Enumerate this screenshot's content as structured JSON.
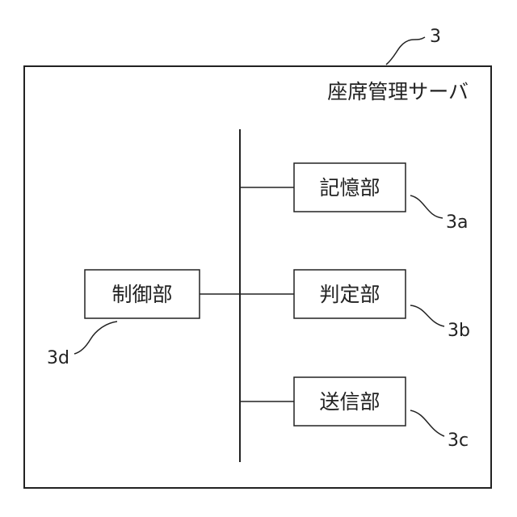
{
  "server": {
    "title": "座席管理サーバ",
    "ref": "3"
  },
  "blocks": {
    "storage": {
      "label": "記憶部",
      "ref": "3a"
    },
    "judgment": {
      "label": "判定部",
      "ref": "3b"
    },
    "transmission": {
      "label": "送信部",
      "ref": "3c"
    },
    "control": {
      "label": "制御部",
      "ref": "3d"
    }
  }
}
